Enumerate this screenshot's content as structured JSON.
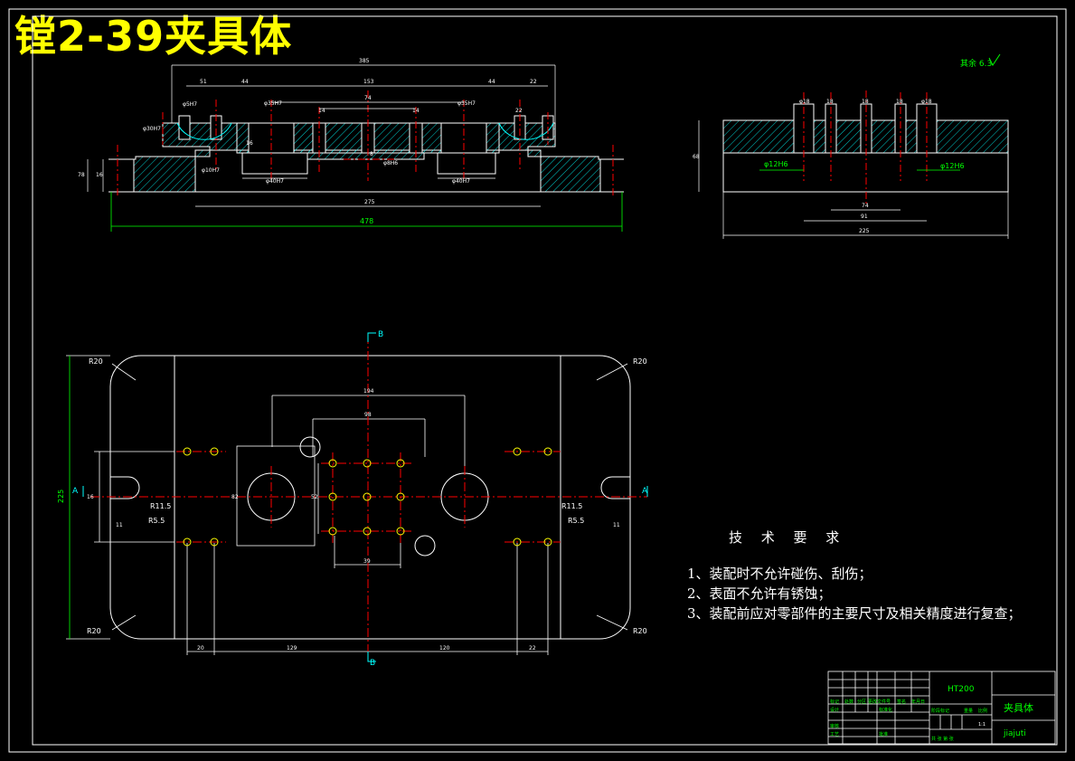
{
  "title": "镗2-39夹具体",
  "colors": {
    "background": "#000000",
    "outline": "#ffffff",
    "dimension": "#00ff00",
    "center": "#ff0000",
    "hatch": "#00ffff",
    "title": "#ffff00",
    "hole": "#ffff00"
  },
  "roughness": "其余 6.3",
  "section_view": {
    "dims": [
      "385",
      "51",
      "44",
      "φ5H7",
      "φ35H7",
      "14",
      "153",
      "74",
      "φ35H7",
      "14",
      "44",
      "22",
      "22",
      "φ30H7",
      "φ10H7",
      "16",
      "φ40H7",
      "φ40H7",
      "φ8H6",
      "8",
      "16",
      "78",
      "275",
      "478"
    ]
  },
  "side_view": {
    "dims": [
      "φ18",
      "18",
      "18",
      "18",
      "φ18",
      "68",
      "φ12H6",
      "φ12H6",
      "74",
      "91",
      "225"
    ]
  },
  "plan_view": {
    "dims": [
      "B",
      "R20",
      "R20",
      "R20",
      "R20",
      "194",
      "98",
      "82",
      "52",
      "R11.5",
      "R5.5",
      "R11.5",
      "R5.5",
      "11",
      "11",
      "225",
      "A",
      "A",
      "20",
      "129",
      "120",
      "22",
      "16",
      "B",
      "39"
    ]
  },
  "requirements": {
    "heading": "技 术 要 求",
    "items": [
      "1、装配时不允许碰伤、刮伤；",
      "2、表面不允许有锈蚀；",
      "3、装配前应对零部件的主要尺寸及相关精度进行复查；"
    ]
  },
  "title_block": {
    "material": "HT200",
    "part_name": "夹具体",
    "drawing_code": "jiajuti",
    "scale": "1:1",
    "labels": [
      "标记",
      "处数",
      "分区",
      "更改文件号",
      "签名",
      "年月日",
      "设计",
      "标准化",
      "阶段标记",
      "重量",
      "比例",
      "审核",
      "工艺",
      "批准",
      "共 张 第 张"
    ]
  }
}
